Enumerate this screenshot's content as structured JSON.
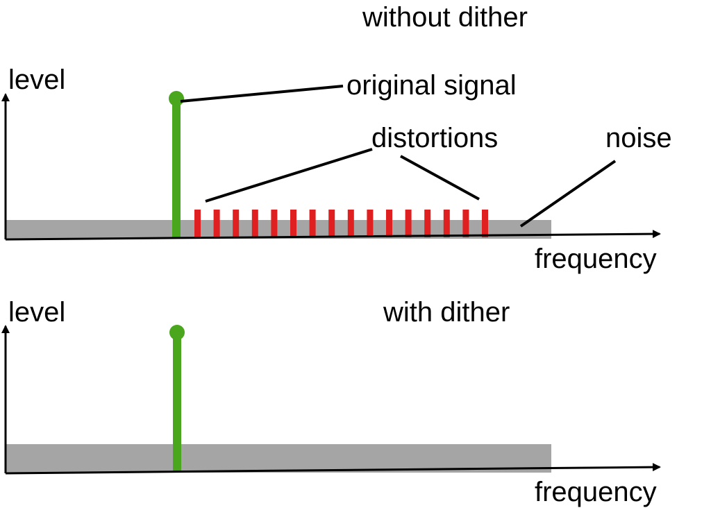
{
  "top_panel": {
    "title": "without dither",
    "y_label": "level",
    "x_label": "frequency",
    "annotations": {
      "signal": "original signal",
      "distortions": "distortions",
      "noise": "noise"
    },
    "distortion_count": 16
  },
  "bottom_panel": {
    "title": "with dither",
    "y_label": "level",
    "x_label": "frequency"
  },
  "colors": {
    "signal": "#4aa61c",
    "distortion": "#e02020",
    "noise_floor": "#a5a5a5",
    "axis": "#000000"
  }
}
